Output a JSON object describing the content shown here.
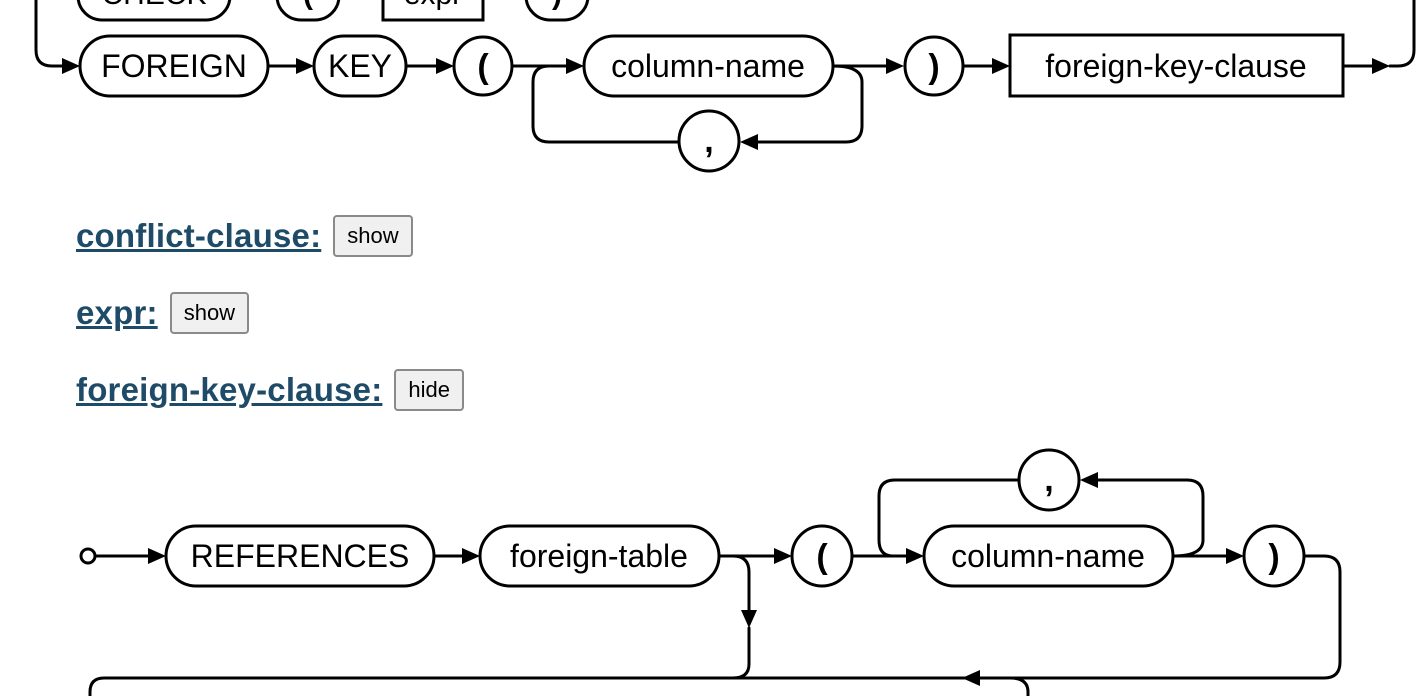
{
  "top_diagram": {
    "partial_row": {
      "check": "CHECK",
      "lparen": "(",
      "expr": "expr",
      "rparen": ")"
    },
    "foreign": "FOREIGN",
    "key": "KEY",
    "lparen": "(",
    "column_name": "column-name",
    "comma": ",",
    "rparen": ")",
    "foreign_key_clause": "foreign-key-clause"
  },
  "sections": [
    {
      "title": "conflict-clause:",
      "button": "show"
    },
    {
      "title": "expr:",
      "button": "show"
    },
    {
      "title": "foreign-key-clause:",
      "button": "hide"
    }
  ],
  "fk_diagram": {
    "references": "REFERENCES",
    "foreign_table": "foreign-table",
    "lparen": "(",
    "comma": ",",
    "column_name": "column-name",
    "rparen": ")"
  }
}
